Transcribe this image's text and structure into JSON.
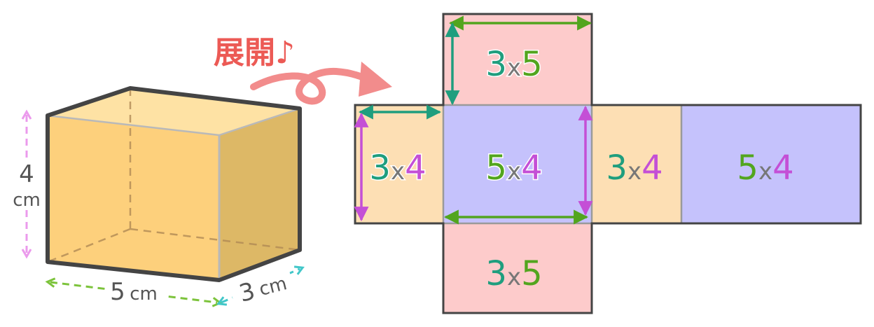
{
  "title": "展開♪",
  "solid": {
    "height": "4",
    "height_unit": "cm",
    "width": "5",
    "width_unit": "cm",
    "depth": "3",
    "depth_unit": "cm"
  },
  "net": {
    "faces": [
      {
        "id": "top",
        "a": "3",
        "x": "x",
        "b": "5"
      },
      {
        "id": "left",
        "a": "3",
        "x": "x",
        "b": "4"
      },
      {
        "id": "center",
        "a": "5",
        "x": "x",
        "b": "4"
      },
      {
        "id": "right",
        "a": "3",
        "x": "x",
        "b": "4"
      },
      {
        "id": "far",
        "a": "5",
        "x": "x",
        "b": "4"
      },
      {
        "id": "bottom",
        "a": "3",
        "x": "x",
        "b": "5"
      }
    ]
  },
  "colors": {
    "pink_face": "#FDCBCB",
    "peach_face": "#FDDFB4",
    "lavender_face": "#C5C2FC",
    "box_front": "#FDD07C",
    "box_top": "#FEE2A4",
    "box_side": "#DDB866",
    "teal": "#1F9E7E",
    "green": "#52A51E",
    "magenta": "#C44FD6",
    "title_red": "#EC5A55",
    "arrow_pink": "#F28C8C"
  }
}
